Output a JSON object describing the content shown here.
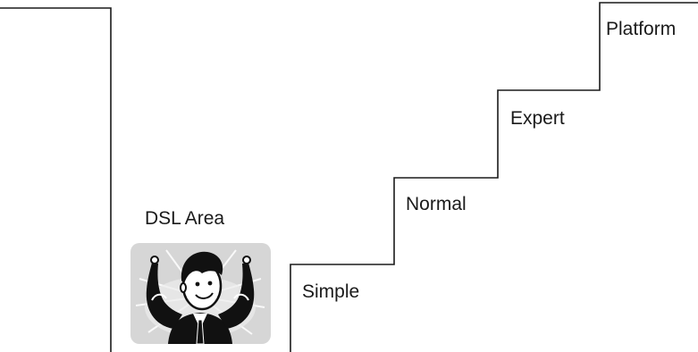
{
  "diagram": {
    "area_label": "DSL Area",
    "steps": [
      {
        "label": "Simple"
      },
      {
        "label": "Normal"
      },
      {
        "label": "Expert"
      },
      {
        "label": "Platform"
      }
    ],
    "colors": {
      "line": "#1a1a1a",
      "card": "#d6d6d6",
      "figure": "#111111"
    },
    "illustration": "strong-man-flexing-icon"
  }
}
